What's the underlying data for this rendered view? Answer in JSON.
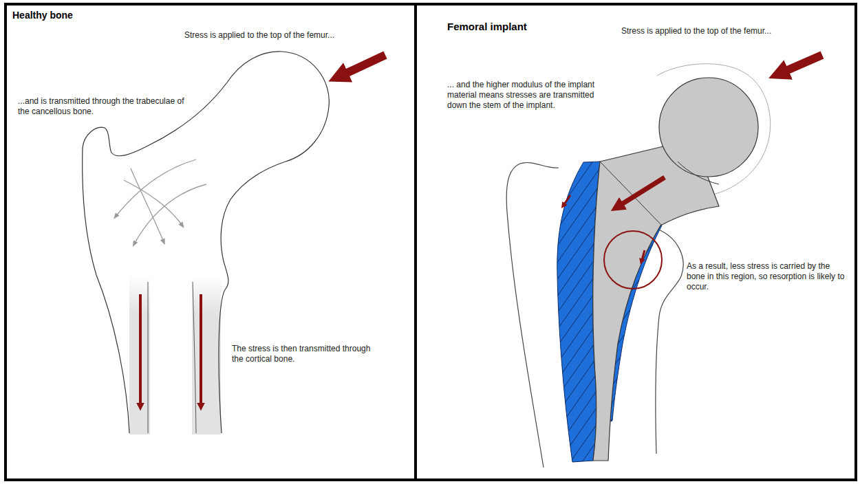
{
  "diagram": {
    "nodes": [
      {
        "text": [
          "Healthy bone"
        ]
      },
      {
        "text": [
          "Femoral implant"
        ]
      }
    ],
    "labels": [
      "Stress is applied to the top of the femur...",
      "...and is transmitted through the trabeculae of the cancellous bone.",
      "The stress is then transmitted through the cortical bone.",
      "Stress is applied to the top of the femur...",
      "... and the higher modulus of the implant material means stresses are transmitted down the stem of the implant.",
      "As a result, less stress is carried by the bone in this region, so resorption is likely to occur."
    ]
  }
}
